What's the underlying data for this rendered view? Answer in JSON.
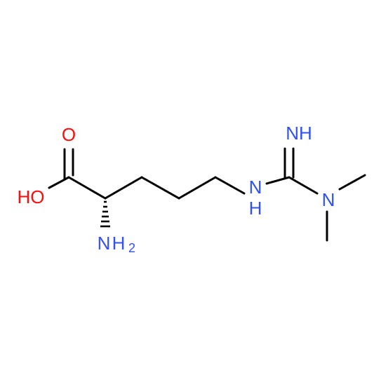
{
  "molecule": {
    "atom_labels": {
      "oxygen_carbonyl": "O",
      "hydroxyl": "HO",
      "amine_n": "N",
      "amine_h": "H",
      "amine_sub": "2",
      "imine": "NH",
      "nh_n": "N",
      "nh_h": "H",
      "dimethyl_n": "N"
    },
    "colors": {
      "bond": "#000000",
      "oxygen": "#ff0d0d",
      "nitrogen": "#3050f8"
    }
  }
}
